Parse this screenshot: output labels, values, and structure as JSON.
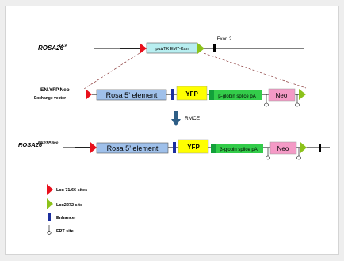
{
  "colors": {
    "lox71_66": "#e8101c",
    "lox2272": "#8cc21a",
    "enhancer": "#1c2f9e",
    "rosa_element": "#9fc0ea",
    "yfp": "#ffff00",
    "globin": "#33cc4a",
    "globin_dark": "#12a03a",
    "neo": "#f49ac6",
    "cassette": "#b8eef0",
    "rmce_arrow": "#2e5e86"
  },
  "top_allele": {
    "name": "ROSA26",
    "superscript": "LCA",
    "cassette_label": "puΔTK EM7-Kan",
    "exon_label": "Exon 2"
  },
  "exchange_vector": {
    "name": "EN.YFP.Neo",
    "subtitle": "Exchange vector",
    "rosa_label": "Rosa 5’ element",
    "yfp_label": "YFP",
    "globin_label": "β-globin splice pA",
    "neo_label": "Neo"
  },
  "rmce_label": "RMCE",
  "result_allele": {
    "name": "ROSA26",
    "superscript": "EN.YFP.Neo",
    "rosa_label": "Rosa 5’ element",
    "yfp_label": "YFP",
    "globin_label": "β-globin splice pA",
    "neo_label": "Neo"
  },
  "legend": [
    {
      "icon": "red-triangle-icon",
      "label": "Lox 71/66 sites"
    },
    {
      "icon": "green-triangle-icon",
      "label": "Lox2272 site"
    },
    {
      "icon": "blue-bar-icon",
      "label": "Enhancer"
    },
    {
      "icon": "lollipop-icon",
      "label": "FRT site"
    }
  ]
}
